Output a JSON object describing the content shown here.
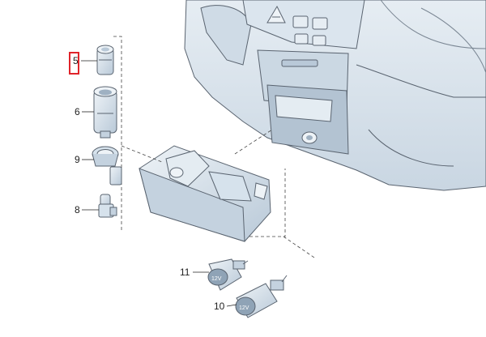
{
  "diagram": {
    "callouts": [
      {
        "id": "5",
        "label": "5",
        "highlighted": true
      },
      {
        "id": "6",
        "label": "6",
        "highlighted": false
      },
      {
        "id": "9",
        "label": "9",
        "highlighted": false
      },
      {
        "id": "8",
        "label": "8",
        "highlighted": false
      },
      {
        "id": "11",
        "label": "11",
        "highlighted": false
      },
      {
        "id": "10",
        "label": "10",
        "highlighted": false
      }
    ],
    "socket_marks": {
      "left": "12V",
      "right": "12V"
    },
    "colors": {
      "part_fill": "#d6e2ec",
      "part_shadow": "#b3c3d2",
      "line": "#5a6470",
      "highlight_box": "#e0242a",
      "leader": "#222222"
    }
  }
}
